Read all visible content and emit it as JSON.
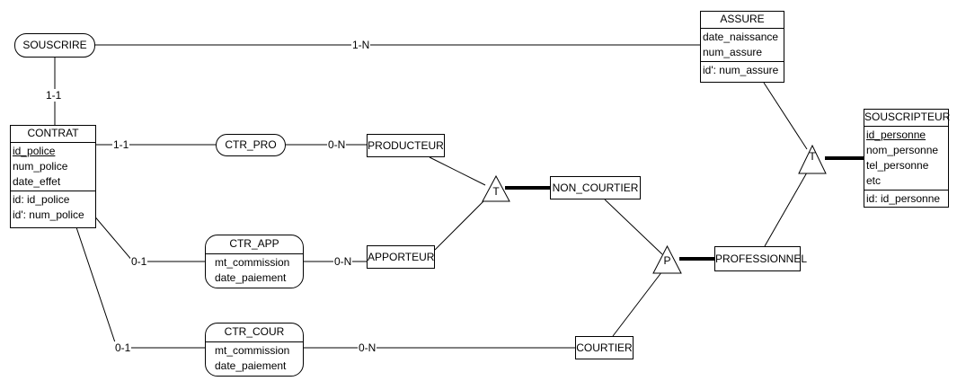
{
  "entities": {
    "assure": {
      "name": "ASSURE",
      "attributes": [
        "date_naissance",
        "num_assure"
      ],
      "identifiers": [
        "id': num_assure"
      ]
    },
    "contrat": {
      "name": "CONTRAT",
      "attributes": [
        "id_police",
        "num_police",
        "date_effet"
      ],
      "identifiers": [
        "id: id_police",
        "id': num_police"
      ]
    },
    "souscripteur": {
      "name": "SOUSCRIPTEUR",
      "attributes": [
        "id_personne",
        "nom_personne",
        "tel_personne",
        "etc"
      ],
      "identifiers": [
        "id: id_personne"
      ]
    },
    "producteur": {
      "name": "PRODUCTEUR"
    },
    "apporteur": {
      "name": "APPORTEUR"
    },
    "non_courtier": {
      "name": "NON_COURTIER"
    },
    "professionnel": {
      "name": "PROFESSIONNEL"
    },
    "courtier": {
      "name": "COURTIER"
    }
  },
  "relationships": {
    "souscrire": {
      "name": "SOUSCRIRE"
    },
    "ctr_pro": {
      "name": "CTR_PRO"
    },
    "ctr_app": {
      "name": "CTR_APP",
      "attributes": [
        "mt_commission",
        "date_paiement"
      ]
    },
    "ctr_cour": {
      "name": "CTR_COUR",
      "attributes": [
        "mt_commission",
        "date_paiement"
      ]
    }
  },
  "cardinalities": {
    "souscrire_assure": "1-N",
    "souscrire_contrat": "1-1",
    "contrat_ctr_pro": "1-1",
    "ctr_pro_producteur": "0-N",
    "contrat_ctr_app": "0-1",
    "ctr_app_apporteur": "0-N",
    "contrat_ctr_cour": "0-1",
    "ctr_cour_courtier": "0-N"
  },
  "isa": {
    "t_souscripteur": "T",
    "t_non_courtier": "T",
    "p_professionnel": "P"
  }
}
